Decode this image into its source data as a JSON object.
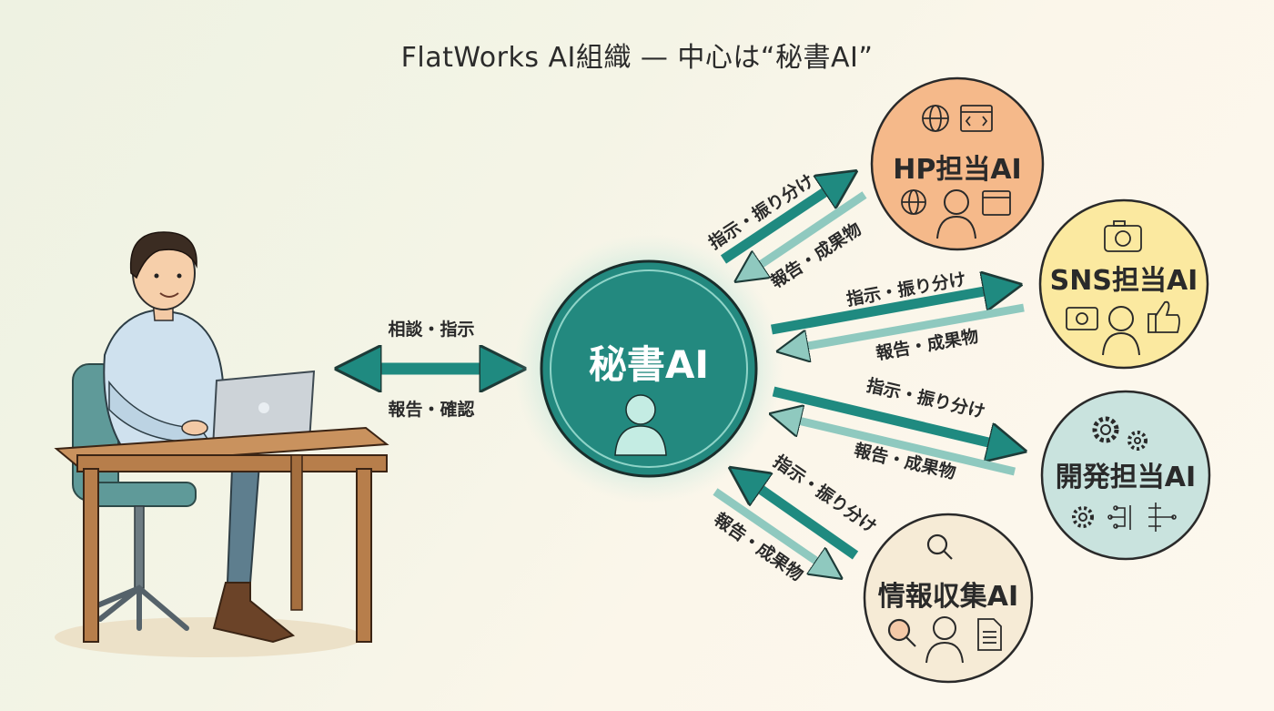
{
  "title": "FlatWorks AI組織 — 中心は“秘書AI”",
  "center": {
    "label": "秘書AI"
  },
  "user_link": {
    "top_label": "相談・指示",
    "bottom_label": "報告・確認"
  },
  "agents": [
    {
      "label": "HP担当AI",
      "color": "#f5b98a",
      "icons": [
        "globe-icon",
        "code-window-icon",
        "person-icon"
      ],
      "out_label": "指示・振り分け",
      "in_label": "報告・成果物"
    },
    {
      "label": "SNS担当AI",
      "color": "#fbe9a0",
      "icons": [
        "camera-icon",
        "person-icon",
        "thumbs-up-icon"
      ],
      "out_label": "指示・振り分け",
      "in_label": "報告・成果物"
    },
    {
      "label": "開発担当AI",
      "color": "#c9e3de",
      "icons": [
        "gears-icon",
        "circuit-icon"
      ],
      "out_label": "指示・振り分け",
      "in_label": "報告・成果物"
    },
    {
      "label": "情報収集AI",
      "color": "#f6ebd6",
      "icons": [
        "magnifier-icon",
        "person-icon",
        "document-icon"
      ],
      "out_label": "指示・振り分け",
      "in_label": "報告・成果物"
    }
  ],
  "colors": {
    "arrow_dark": "#1f8a80",
    "arrow_light": "#8fc9bf",
    "center_fill": "#23897f"
  }
}
